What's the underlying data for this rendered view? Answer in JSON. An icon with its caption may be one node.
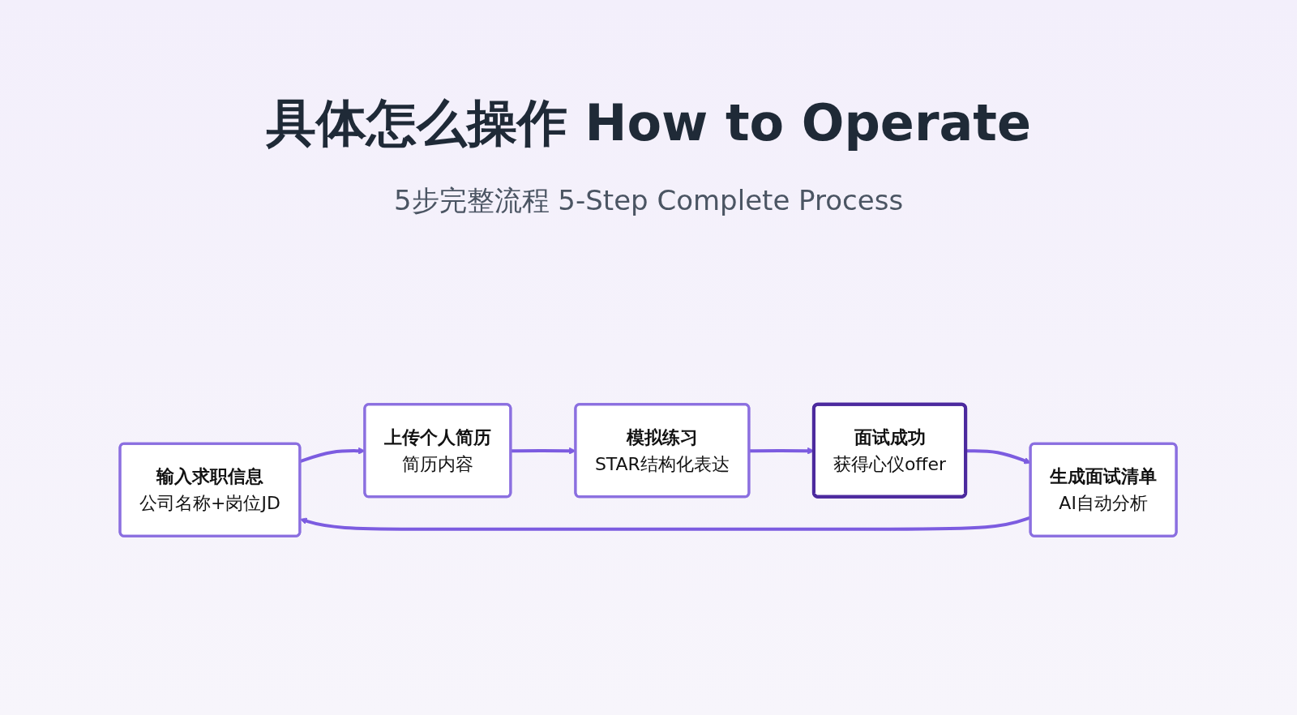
{
  "diagram": {
    "title": "具体怎么操作 How to Operate",
    "caption": "5步完整流程 5-Step Complete Process",
    "nodes": [
      {
        "text": [
          "输入求职信息",
          "公司名称+岗位JD"
        ]
      },
      {
        "text": [
          "上传个人简历",
          "简历内容"
        ]
      },
      {
        "text": [
          "生成面试清单",
          "AI自动分析"
        ]
      },
      {
        "text": [
          "模拟练习",
          "STAR结构化表达"
        ]
      },
      {
        "text": [
          "面试成功",
          "获得心仪offer"
        ]
      }
    ],
    "edges": [
      {
        "from": 0,
        "to": 1,
        "arrow": "to"
      },
      {
        "from": 1,
        "to": 3,
        "arrow": "to"
      },
      {
        "from": 3,
        "to": 4,
        "arrow": "to"
      },
      {
        "from": 2,
        "to": 0,
        "arrow": "to"
      },
      {
        "from": 4,
        "to": 2,
        "arrow": "to"
      }
    ]
  }
}
